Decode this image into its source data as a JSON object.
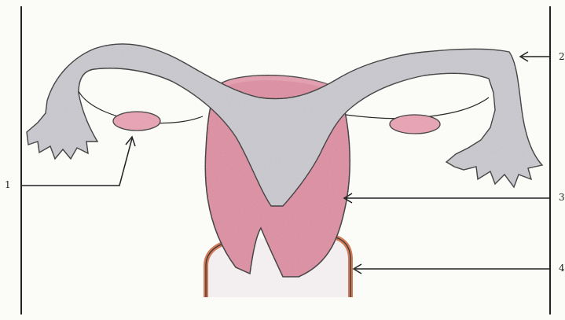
{
  "labels": {
    "l1": "1",
    "l2": "2",
    "l3": "3",
    "l4": "4"
  },
  "colors": {
    "background": "#fbfbf8",
    "tube_fill": "#c9c9cf",
    "tube_stroke": "#2a2a2a",
    "uterus_pink": "#de8ea2",
    "ovary_pink": "#e9a3b3",
    "vagina_wall": "#d07a5a",
    "line": "#222222"
  }
}
